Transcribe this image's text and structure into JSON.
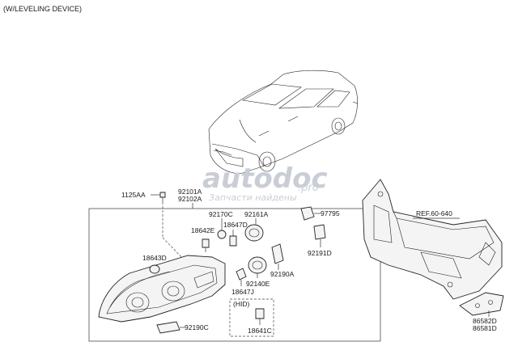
{
  "header": {
    "title": "(W/LEVELING DEVICE)"
  },
  "watermark": {
    "brand": "autodoc",
    "suffix": ".pro",
    "tagline": "Запчасти найдены"
  },
  "labels": {
    "p1125AA": "1125AA",
    "p92101A": "92101A",
    "p92102A": "92102A",
    "p92170C": "92170C",
    "p92161A": "92161A",
    "p18647D": "18647D",
    "p18642E": "18642E",
    "p97795": "97795",
    "p18643D": "18643D",
    "p92191D": "92191D",
    "p92190A": "92190A",
    "p18647J": "18647J",
    "p92140E": "92140E",
    "hid": "(HID)",
    "p18641C": "18641C",
    "p92190C": "92190C",
    "ref": "REF.60-640",
    "p86582D": "86582D",
    "p86581D": "86581D"
  }
}
